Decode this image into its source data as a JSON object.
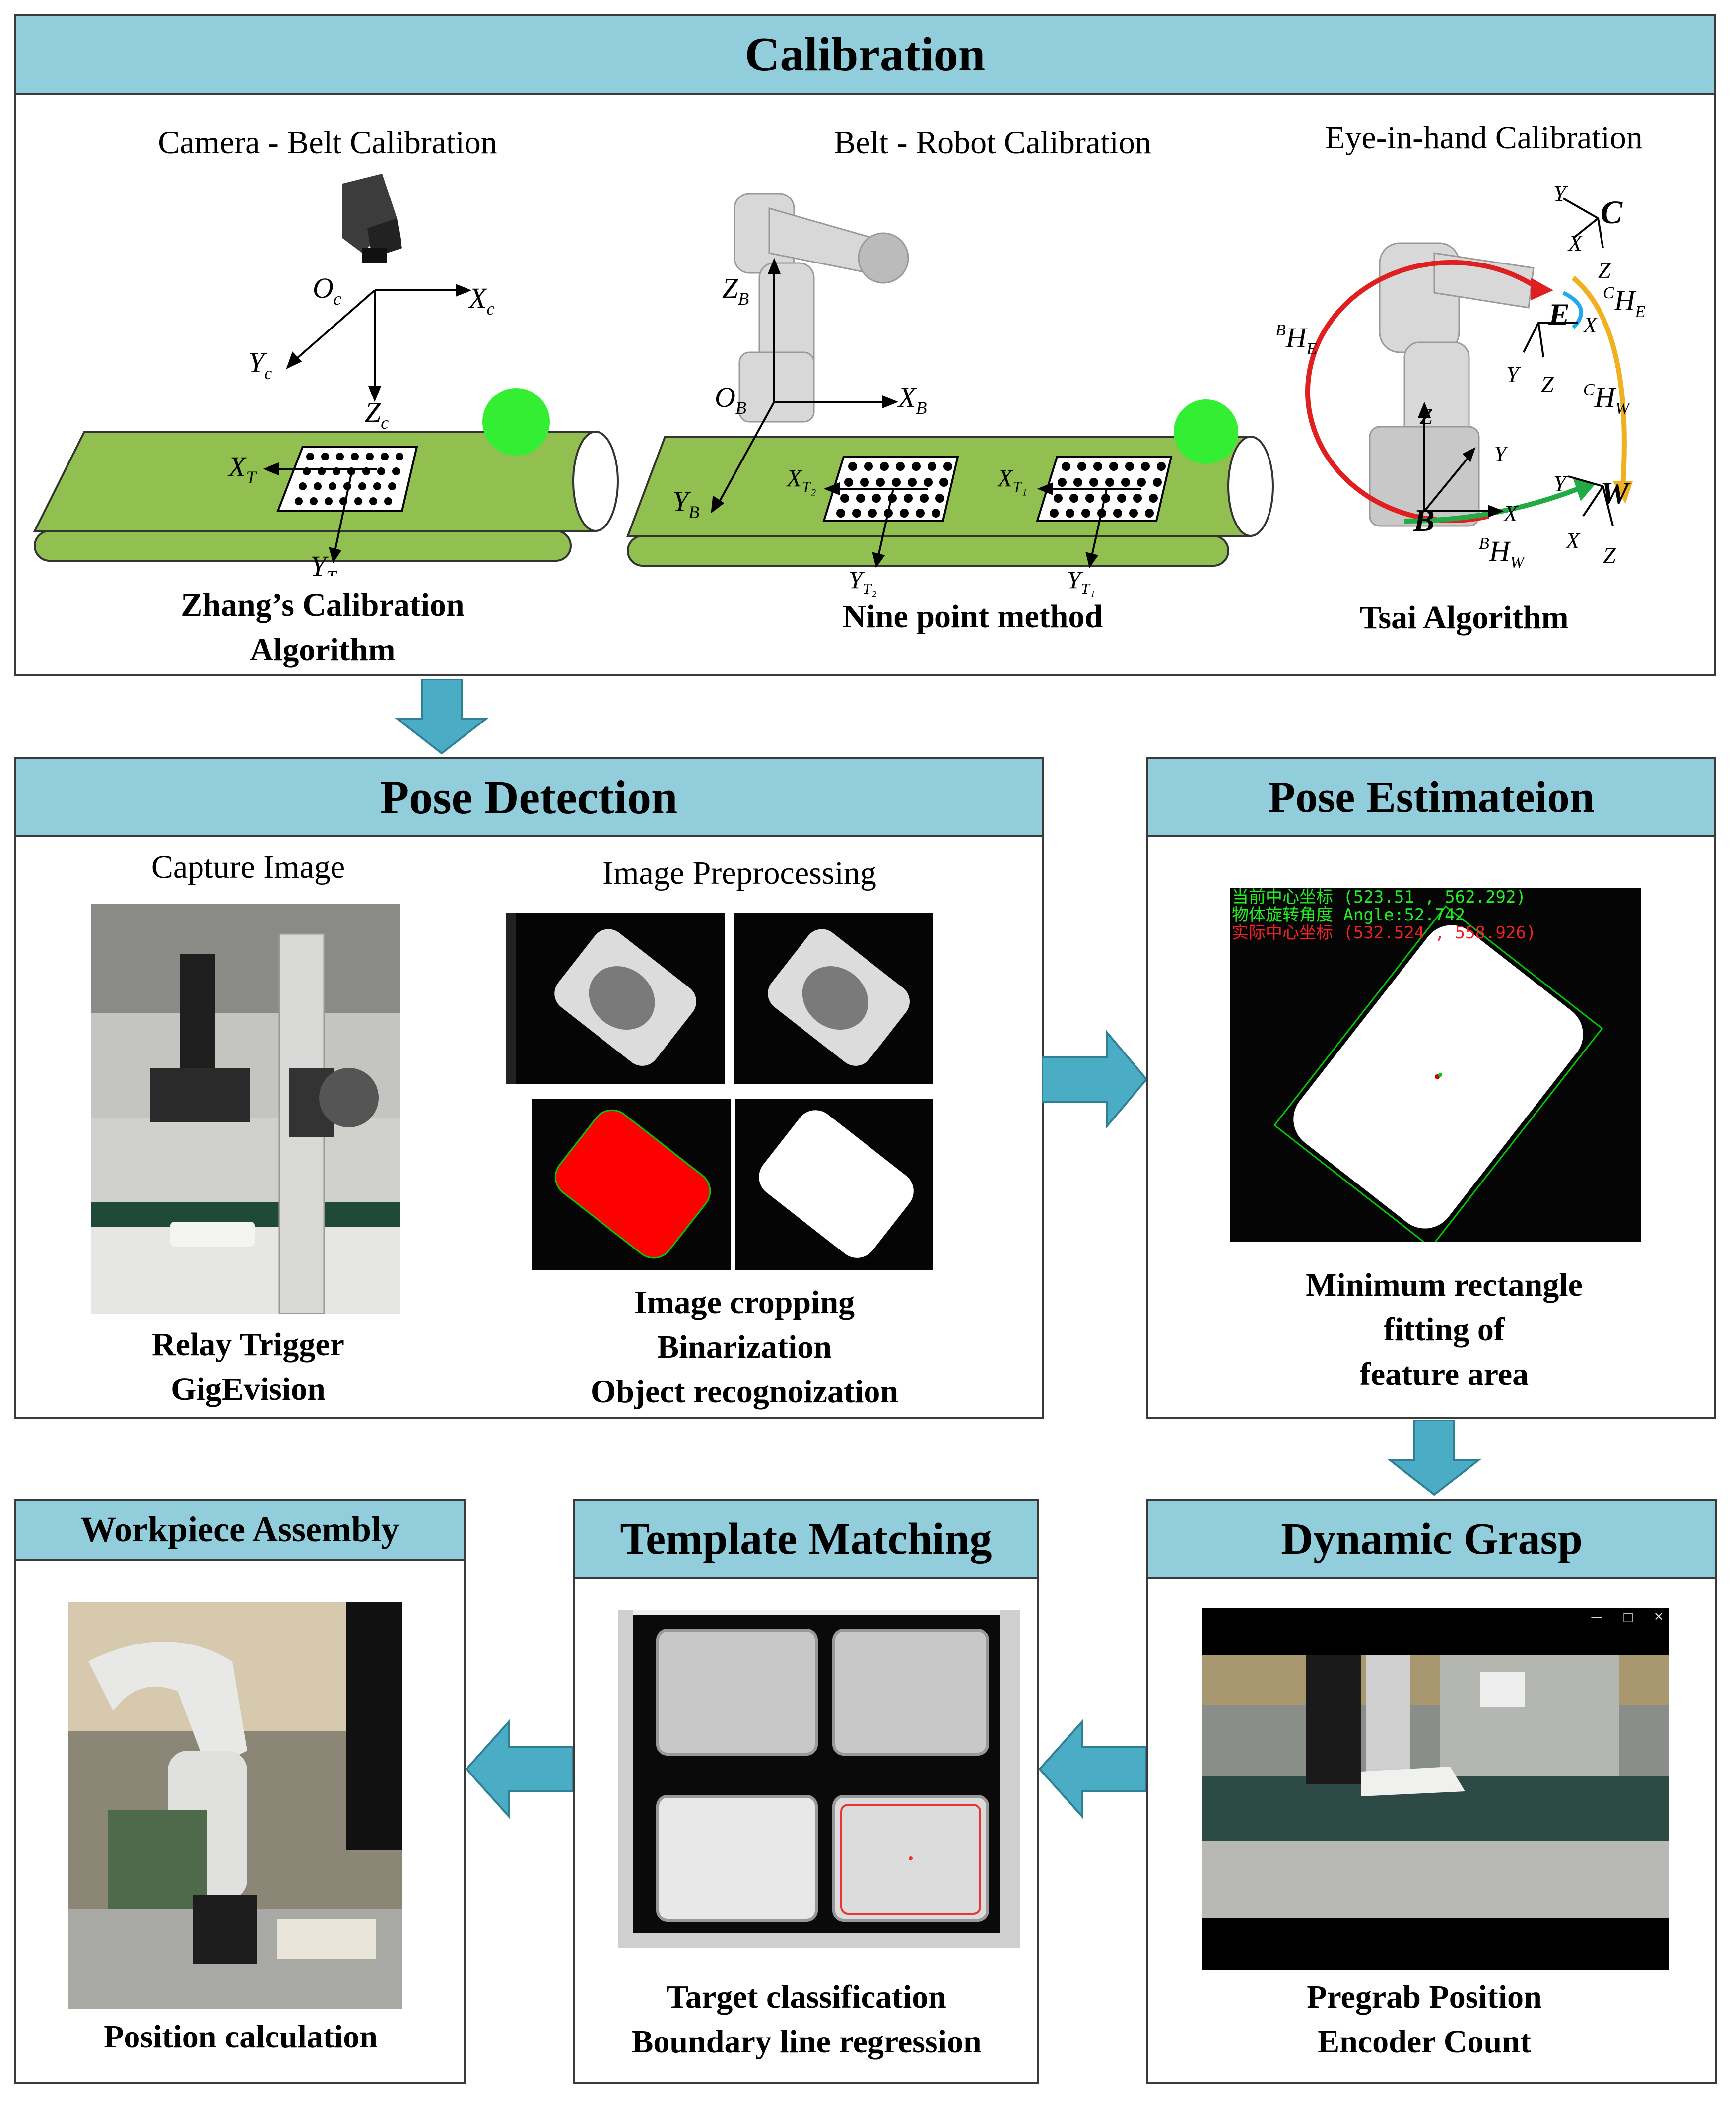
{
  "calibration": {
    "title": "Calibration",
    "camera_belt": {
      "caption": "Camera - Belt Calibration",
      "method_line1": "Zhang’s Calibration",
      "method_line2": "Algorithm",
      "labels": {
        "oc": "O",
        "oc_sub": "c",
        "xc": "X",
        "xc_sub": "c",
        "yc": "Y",
        "yc_sub": "c",
        "zc": "Z",
        "zc_sub": "c",
        "xt": "X",
        "xt_sub": "T",
        "yt": "Y",
        "yt_sub": "T"
      }
    },
    "belt_robot": {
      "caption": "Belt - Robot Calibration",
      "method": "Nine point method",
      "labels": {
        "zb": "Z",
        "zb_sub": "B",
        "ob": "O",
        "ob_sub": "B",
        "xb": "X",
        "xb_sub": "B",
        "yb": "Y",
        "yb_sub": "B",
        "xt2": "X",
        "xt2_sub": "T₂",
        "xt1": "X",
        "xt1_sub": "T₁",
        "yt2": "Y",
        "yt2_sub": "T₂",
        "yt1": "Y",
        "yt1_sub": "T₁"
      }
    },
    "eye_in_hand": {
      "caption": "Eye-in-hand Calibration",
      "method": "Tsai Algorithm",
      "labels": {
        "c": "C",
        "e": "E",
        "b": "B",
        "w": "W",
        "bhe": "H",
        "bhe_pre": "B",
        "bhe_sub": "E",
        "che": "H",
        "che_pre": "C",
        "che_sub": "E",
        "chw": "H",
        "chw_pre": "C",
        "chw_sub": "W",
        "bhw": "H",
        "bhw_pre": "B",
        "bhw_sub": "W",
        "x": "X",
        "y": "Y",
        "z": "Z"
      }
    }
  },
  "pose_detection": {
    "title": "Pose Detection",
    "capture_caption": "Capture Image",
    "preprocess_caption": "Image Preprocessing",
    "capture_line1": "Relay Trigger",
    "capture_line2": "GigEvision",
    "pre_line1": "Image cropping",
    "pre_line2": "Binarization",
    "pre_line3": "Object recognoization"
  },
  "pose_estimation": {
    "title": "Pose Estimateion",
    "overlay_line1": "当前中心坐标 (523.51 , 562.292)",
    "overlay_line2": "物体旋转角度 Angle:52.742",
    "overlay_line3": "实际中心坐标 (532.524 , 558.926)",
    "desc_line1": "Minimum rectangle",
    "desc_line2": "fitting of",
    "desc_line3": "feature area"
  },
  "dynamic_grasp": {
    "title": "Dynamic Grasp",
    "line1": "Pregrab Position",
    "line2": "Encoder Count",
    "window_controls": [
      "—",
      "□",
      "✕"
    ]
  },
  "template_matching": {
    "title": "Template Matching",
    "line1": "Target classification",
    "line2": "Boundary line regression"
  },
  "workpiece_assembly": {
    "title": "Workpiece Assembly",
    "line1": "Position calculation"
  },
  "colors": {
    "header": "#92cddc",
    "arrow": "#4bacc6",
    "belt": "#92c050",
    "ball": "#33ee33"
  }
}
